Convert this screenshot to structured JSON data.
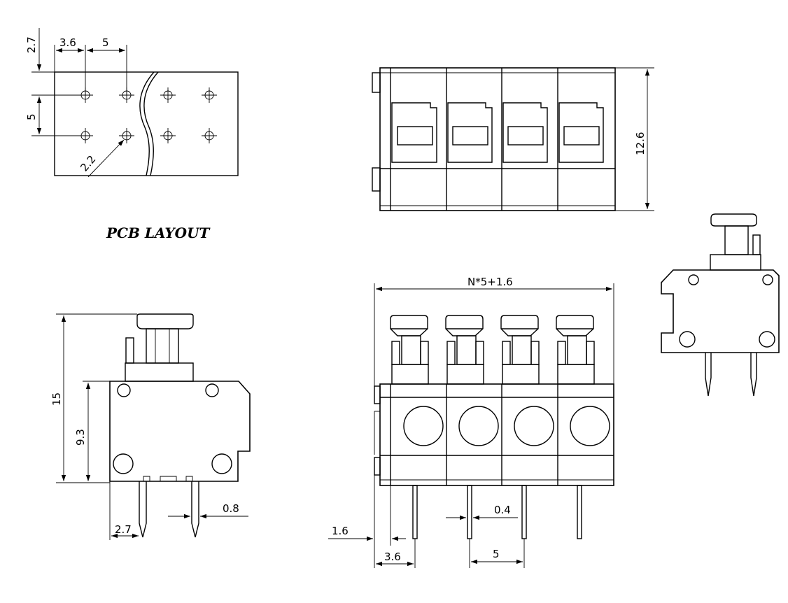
{
  "title": "PCB LAYOUT",
  "pcb": {
    "dim_top_offset": "2.7",
    "dim_first_col": "3.6",
    "dim_pitch": "5",
    "dim_row_pitch": "5",
    "dim_hole": "2.2"
  },
  "top_view": {
    "dim_depth": "12.6"
  },
  "side_view": {
    "dim_height": "15",
    "dim_body": "9.3",
    "dim_pin_offset": "2.7",
    "dim_pin_width": "0.8"
  },
  "front_view": {
    "dim_total_width": "N*5+1.6",
    "dim_edge": "1.6",
    "dim_first_pin": "3.6",
    "dim_pin_thickness": "0.4",
    "dim_pitch": "5"
  },
  "colors": {
    "line": "#000000",
    "background": "#ffffff"
  }
}
